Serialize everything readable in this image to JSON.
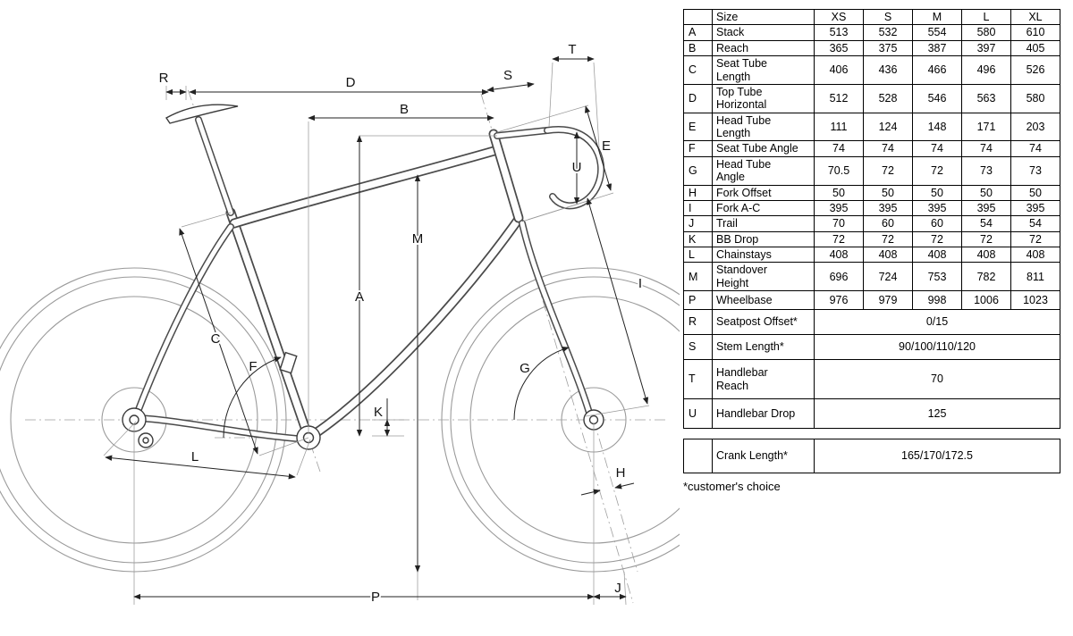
{
  "table": {
    "size_label": "Size",
    "sizes": [
      "XS",
      "S",
      "M",
      "L",
      "XL"
    ],
    "rows": [
      {
        "letter": "A",
        "label": "Stack",
        "values": [
          "513",
          "532",
          "554",
          "580",
          "610"
        ]
      },
      {
        "letter": "B",
        "label": "Reach",
        "values": [
          "365",
          "375",
          "387",
          "397",
          "405"
        ]
      },
      {
        "letter": "C",
        "label": "Seat Tube\nLength",
        "values": [
          "406",
          "436",
          "466",
          "496",
          "526"
        ]
      },
      {
        "letter": "D",
        "label": "Top Tube\nHorizontal",
        "values": [
          "512",
          "528",
          "546",
          "563",
          "580"
        ]
      },
      {
        "letter": "E",
        "label": "Head Tube\nLength",
        "values": [
          "111",
          "124",
          "148",
          "171",
          "203"
        ]
      },
      {
        "letter": "F",
        "label": "Seat Tube Angle",
        "values": [
          "74",
          "74",
          "74",
          "74",
          "74"
        ]
      },
      {
        "letter": "G",
        "label": "Head Tube\nAngle",
        "values": [
          "70.5",
          "72",
          "72",
          "73",
          "73"
        ]
      },
      {
        "letter": "H",
        "label": "Fork Offset",
        "values": [
          "50",
          "50",
          "50",
          "50",
          "50"
        ]
      },
      {
        "letter": "I",
        "label": "Fork A-C",
        "values": [
          "395",
          "395",
          "395",
          "395",
          "395"
        ]
      },
      {
        "letter": "J",
        "label": "Trail",
        "values": [
          "70",
          "60",
          "60",
          "54",
          "54"
        ]
      },
      {
        "letter": "K",
        "label": "BB Drop",
        "values": [
          "72",
          "72",
          "72",
          "72",
          "72"
        ]
      },
      {
        "letter": "L",
        "label": "Chainstays",
        "values": [
          "408",
          "408",
          "408",
          "408",
          "408"
        ]
      },
      {
        "letter": "M",
        "label": "Standover\nHeight",
        "values": [
          "696",
          "724",
          "753",
          "782",
          "811"
        ]
      },
      {
        "letter": "P",
        "label": "Wheelbase",
        "values": [
          "976",
          "979",
          "998",
          "1006",
          "1023"
        ]
      }
    ],
    "span_rows": [
      {
        "letter": "R",
        "label": "Seatpost Offset*",
        "value": "0/15"
      },
      {
        "letter": "S",
        "label": "Stem Length*",
        "value": "90/100/110/120"
      },
      {
        "letter": "T",
        "label": "Handlebar\nReach",
        "value": "70"
      },
      {
        "letter": "U",
        "label": "Handlebar Drop",
        "value": "125"
      }
    ],
    "crank_row": {
      "letter": "",
      "label": "Crank Length*",
      "value": "165/170/172.5"
    },
    "footnote": "*customer's choice"
  },
  "diagram": {
    "labels": {
      "A": "A",
      "B": "B",
      "C": "C",
      "D": "D",
      "E": "E",
      "F": "F",
      "G": "G",
      "H": "H",
      "I": "I",
      "J": "J",
      "K": "K",
      "L": "L",
      "M": "M",
      "P": "P",
      "R": "R",
      "S": "S",
      "T": "T",
      "U": "U"
    }
  }
}
